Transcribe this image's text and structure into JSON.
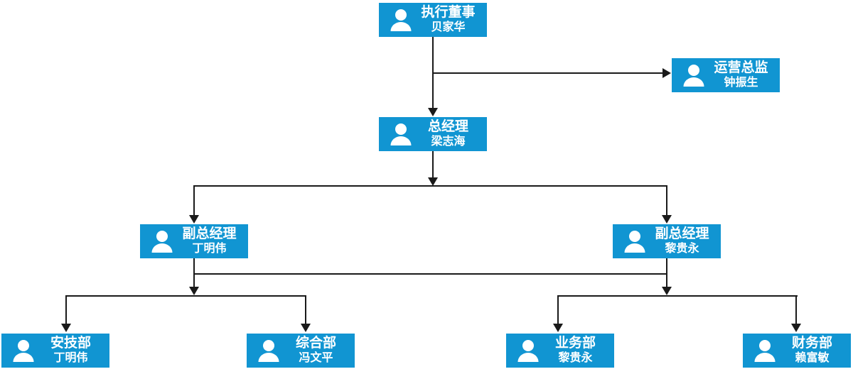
{
  "theme": {
    "accent_color": "#1195d2",
    "line_color": "#1a1a1a",
    "text_color": "#ffffff"
  },
  "org_chart": {
    "type": "org-tree",
    "nodes": [
      {
        "id": "executive-director",
        "title": "执行董事",
        "name": "贝家华",
        "icon": "person-icon"
      },
      {
        "id": "operations-director",
        "title": "运营总监",
        "name": "钟振生",
        "icon": "person-icon"
      },
      {
        "id": "general-manager",
        "title": "总经理",
        "name": "梁志海",
        "icon": "person-icon"
      },
      {
        "id": "deputy-gm-left",
        "title": "副总经理",
        "name": "丁明伟",
        "icon": "person-icon"
      },
      {
        "id": "deputy-gm-right",
        "title": "副总经理",
        "name": "黎贵永",
        "icon": "person-icon"
      },
      {
        "id": "safety-tech-dept",
        "title": "安技部",
        "name": "丁明伟",
        "icon": "person-icon"
      },
      {
        "id": "general-affairs-dept",
        "title": "综合部",
        "name": "冯文平",
        "icon": "person-icon"
      },
      {
        "id": "business-dept",
        "title": "业务部",
        "name": "黎贵永",
        "icon": "person-icon"
      },
      {
        "id": "finance-dept",
        "title": "财务部",
        "name": "赖富敏",
        "icon": "person-icon"
      }
    ],
    "edges": [
      {
        "from": "executive-director",
        "to": "operations-director",
        "type": "arrow"
      },
      {
        "from": "executive-director",
        "to": "general-manager",
        "type": "arrow"
      },
      {
        "from": "general-manager",
        "to": "deputy-gm-left",
        "type": "arrow"
      },
      {
        "from": "general-manager",
        "to": "deputy-gm-right",
        "type": "arrow"
      },
      {
        "from": "deputy-gm-left",
        "to": "safety-tech-dept",
        "type": "arrow"
      },
      {
        "from": "deputy-gm-left",
        "to": "general-affairs-dept",
        "type": "arrow"
      },
      {
        "from": "deputy-gm-right",
        "to": "business-dept",
        "type": "arrow"
      },
      {
        "from": "deputy-gm-right",
        "to": "finance-dept",
        "type": "arrow"
      },
      {
        "from": "deputy-gm-left",
        "to": "deputy-gm-right",
        "type": "cross-link"
      }
    ]
  }
}
